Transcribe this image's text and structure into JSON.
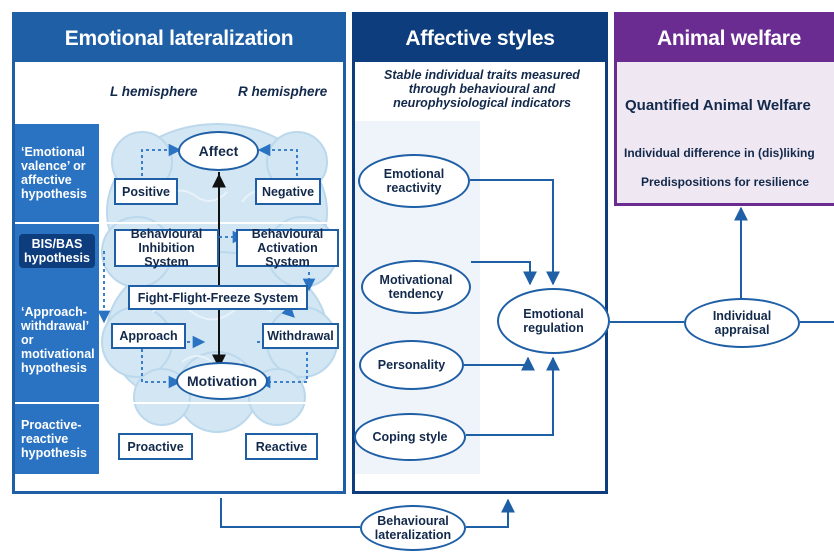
{
  "colors": {
    "blue_dark": "#1f5fa6",
    "blue_mid": "#2a73c2",
    "navy": "#0d3d7d",
    "purple": "#6a2c91",
    "purple_light": "#efe8f3",
    "brain_fill": "#d2e6f3"
  },
  "emotional_lateralization": {
    "title": "Emotional lateralization",
    "l_hemisphere": "L hemisphere",
    "r_hemisphere": "R hemisphere",
    "hypotheses": {
      "valence": "‘Emotional valence’ or affective hypothesis",
      "bis_bas": "BIS/BAS hypothesis",
      "approach_withdrawal": "‘Approach-withdrawal’ or motivational hypothesis",
      "proactive_reactive": "Proactive-reactive hypothesis"
    },
    "nodes": {
      "affect": "Affect",
      "positive": "Positive",
      "negative": "Negative",
      "bis": "Behavioural Inhibition System",
      "bas": "Behavioural Activation System",
      "fff": "Fight-Flight-Freeze System",
      "approach": "Approach",
      "withdrawal": "Withdrawal",
      "motivation": "Motivation",
      "proactive": "Proactive",
      "reactive": "Reactive"
    }
  },
  "affective_styles": {
    "title": "Affective styles",
    "subtitle": "Stable individual traits measured through behavioural and neurophysiological indicators",
    "traits": {
      "emotional_reactivity": "Emotional reactivity",
      "motivational_tendency": "Motivational tendency",
      "personality": "Personality",
      "coping_style": "Coping style"
    },
    "emotional_regulation": "Emotional regulation"
  },
  "animal_welfare": {
    "title": "Animal welfare",
    "quantified": "Quantified Animal Welfare",
    "individual_difference": "Individual difference in (dis)liking",
    "predispositions": "Predispositions for resilience"
  },
  "individual_appraisal": "Individual appraisal",
  "behavioural_lateralization": "Behavioural lateralization"
}
